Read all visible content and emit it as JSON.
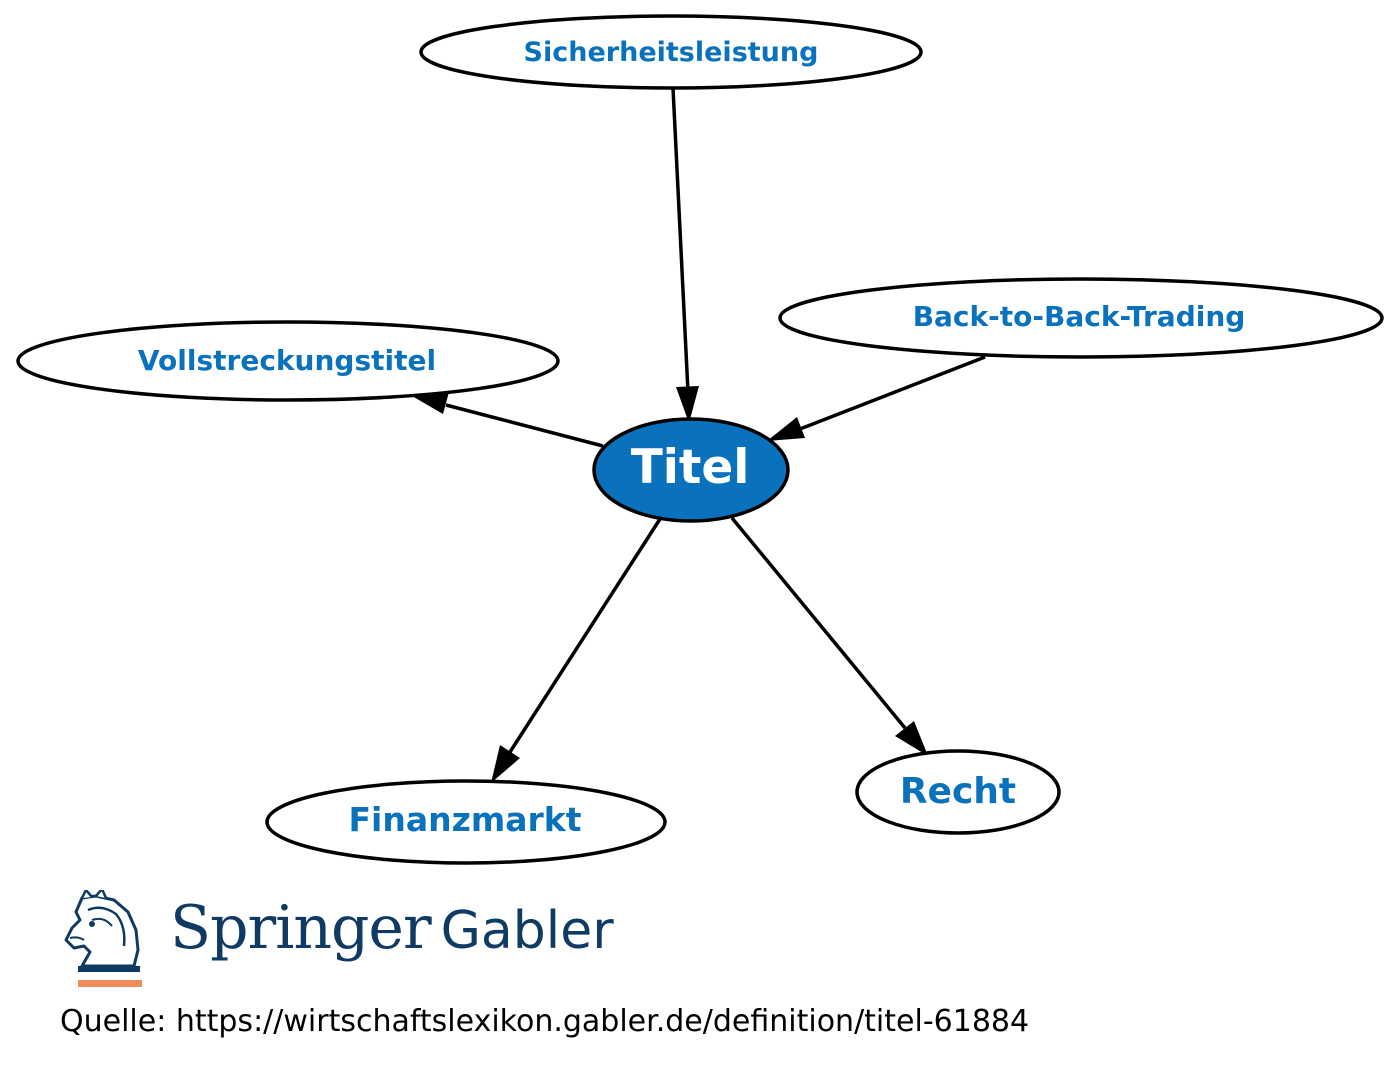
{
  "diagram": {
    "center": "Titel",
    "nodes": {
      "sicherheitsleistung": "Sicherheitsleistung",
      "back_to_back": "Back-to-Back-Trading",
      "vollstreckungstitel": "Vollstreckungstitel",
      "titel": "Titel",
      "finanzmarkt": "Finanzmarkt",
      "recht": "Recht"
    },
    "edges": [
      {
        "from": "Sicherheitsleistung",
        "to": "Titel"
      },
      {
        "from": "Back-to-Back-Trading",
        "to": "Titel"
      },
      {
        "from": "Titel",
        "to": "Vollstreckungstitel"
      },
      {
        "from": "Titel",
        "to": "Finanzmarkt"
      },
      {
        "from": "Titel",
        "to": "Recht"
      }
    ],
    "colors": {
      "accent": "#0a72bc",
      "center_fill": "#0a72bc",
      "center_text": "#ffffff",
      "edge": "#000000"
    }
  },
  "brand": {
    "name_part1": "Springer",
    "name_part2": "Gabler",
    "logo_icon": "springer-horse-logo",
    "colors": {
      "text": "#0e3a63",
      "underline": "#f08c5a"
    }
  },
  "source": {
    "text": "Quelle: https://wirtschaftslexikon.gabler.de/definition/titel-61884"
  }
}
